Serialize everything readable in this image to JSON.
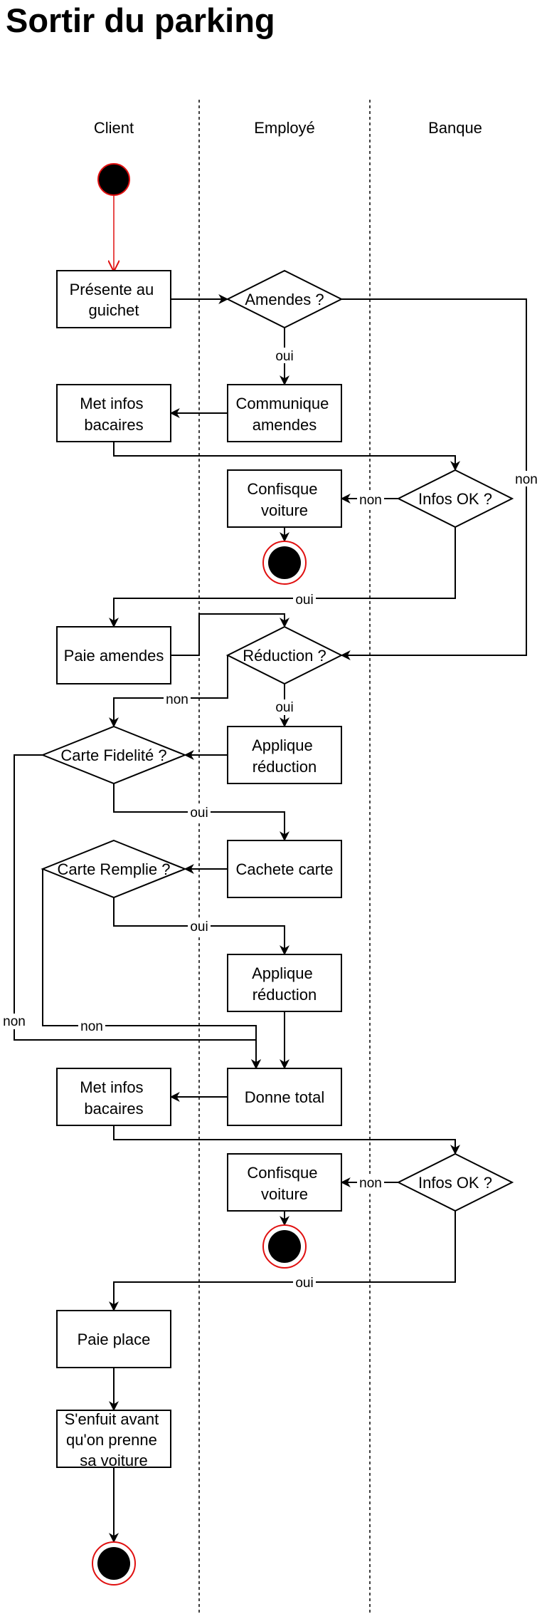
{
  "title": "Sortir du parking",
  "lanes": [
    "Client",
    "Employé",
    "Banque"
  ],
  "nodes": {
    "presente": [
      "Présente au",
      "guichet"
    ],
    "amendes": "Amendes ?",
    "communique": [
      "Communique",
      "amendes"
    ],
    "met_infos_1": [
      "Met infos",
      "bacaires"
    ],
    "confisque_1": [
      "Confisque",
      "voiture"
    ],
    "infos_ok_1": "Infos OK ?",
    "paie_amendes": "Paie amendes",
    "reduction": "Réduction ?",
    "applique_1": [
      "Applique",
      "réduction"
    ],
    "carte_fidelite": "Carte Fidelité ?",
    "cachete": "Cachete carte",
    "carte_remplie": "Carte Remplie ?",
    "applique_2": [
      "Applique",
      "réduction"
    ],
    "met_infos_2": [
      "Met infos",
      "bacaires"
    ],
    "donne_total": "Donne total",
    "confisque_2": [
      "Confisque",
      "voiture"
    ],
    "infos_ok_2": "Infos OK ?",
    "paie_place": "Paie place",
    "senfuit": [
      "S'enfuit avant",
      "qu'on prenne",
      "sa voiture"
    ]
  },
  "edge_labels": {
    "oui": "oui",
    "non": "non"
  },
  "colors": {
    "start_stroke": "#e01010",
    "line": "#000000",
    "node_fill": "#ffffff"
  }
}
